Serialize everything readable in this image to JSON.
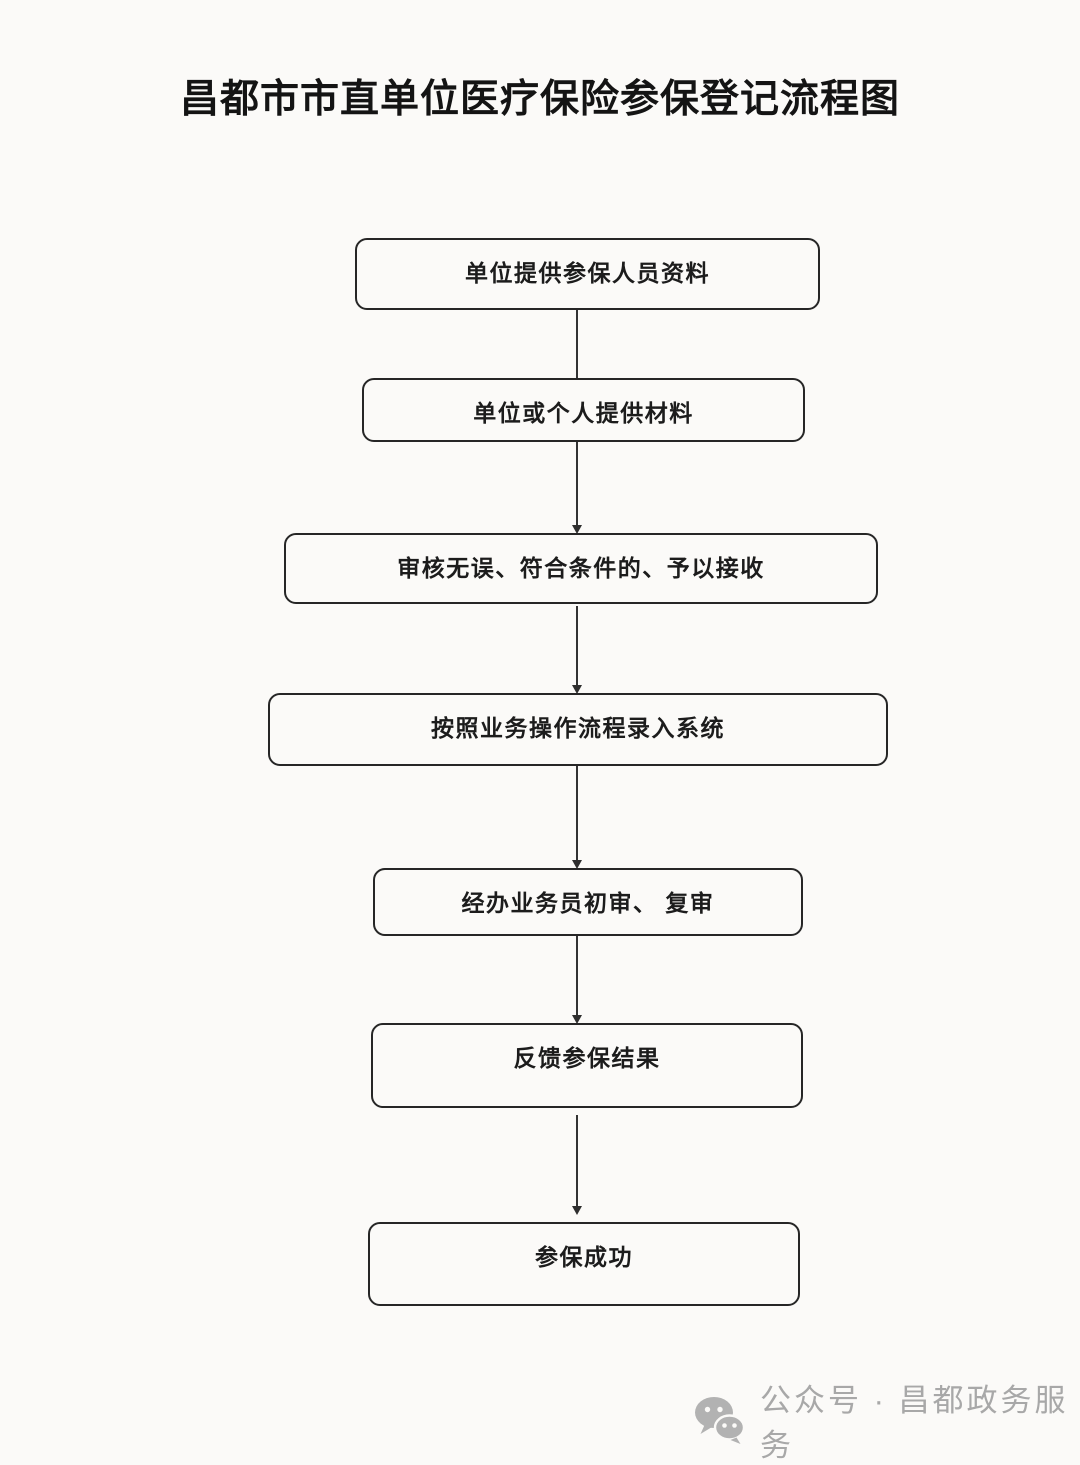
{
  "title": "昌都市市直单位医疗保险参保登记流程图",
  "flow": {
    "steps": [
      {
        "label": "单位提供参保人员资料"
      },
      {
        "label": "单位或个人提供材料"
      },
      {
        "label": "审核无误、符合条件的、予以接收"
      },
      {
        "label": "按照业务操作流程录入系统"
      },
      {
        "label": "经办业务员初审、 复审"
      },
      {
        "label": "反馈参保结果"
      },
      {
        "label": "参保成功"
      }
    ]
  },
  "footer": {
    "icon": "wechat-icon",
    "text": "公众号 · 昌都政务服务"
  },
  "colors": {
    "background": "#fbfaf8",
    "box_border": "#262626",
    "box_text": "#1c1c1c",
    "connector": "#333333",
    "footer_text": "#a8a8a8",
    "footer_icon": "#b2b2b2"
  }
}
